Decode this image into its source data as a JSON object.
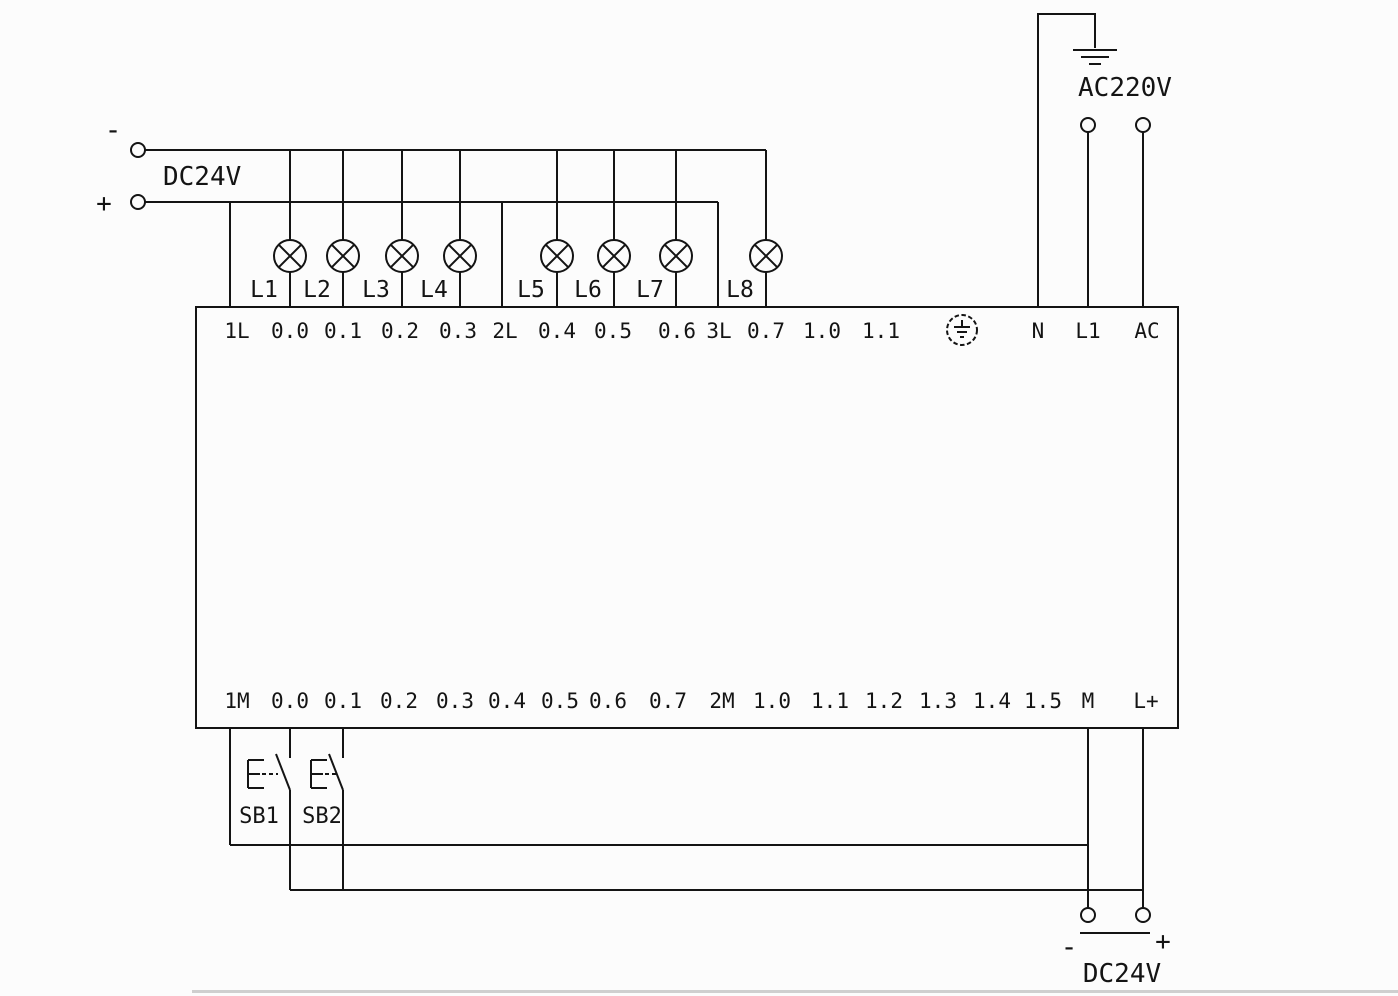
{
  "colors": {
    "background": "#fcfcfc",
    "wire": "#141414"
  },
  "top_left_supply": {
    "minus_label": "-",
    "plus_label": "+",
    "name": "DC24V"
  },
  "top_right_supply": {
    "name": "AC220V",
    "earth_icon": "earth-ground-icon"
  },
  "bottom_right_supply": {
    "minus_label": "-",
    "plus_label": "+",
    "name": "DC24V"
  },
  "lamps": {
    "labels": [
      "L1",
      "L2",
      "L3",
      "L4",
      "L5",
      "L6",
      "L7",
      "L8"
    ]
  },
  "pushbuttons": {
    "labels": [
      "SB1",
      "SB2"
    ]
  },
  "plc": {
    "top_terminals": [
      "1L",
      "0.0",
      "0.1",
      "0.2",
      "0.3",
      "2L",
      "0.4",
      "0.5",
      "0.6",
      "3L",
      "0.7",
      "1.0",
      "1.1",
      "N",
      "L1",
      "AC"
    ],
    "earth_terminal_icon": "protective-earth-terminal-icon",
    "bottom_terminals": [
      "1M",
      "0.0",
      "0.1",
      "0.2",
      "0.3",
      "0.4",
      "0.5",
      "0.6",
      "0.7",
      "2M",
      "1.0",
      "1.1",
      "1.2",
      "1.3",
      "1.4",
      "1.5",
      "M",
      "L+"
    ]
  }
}
